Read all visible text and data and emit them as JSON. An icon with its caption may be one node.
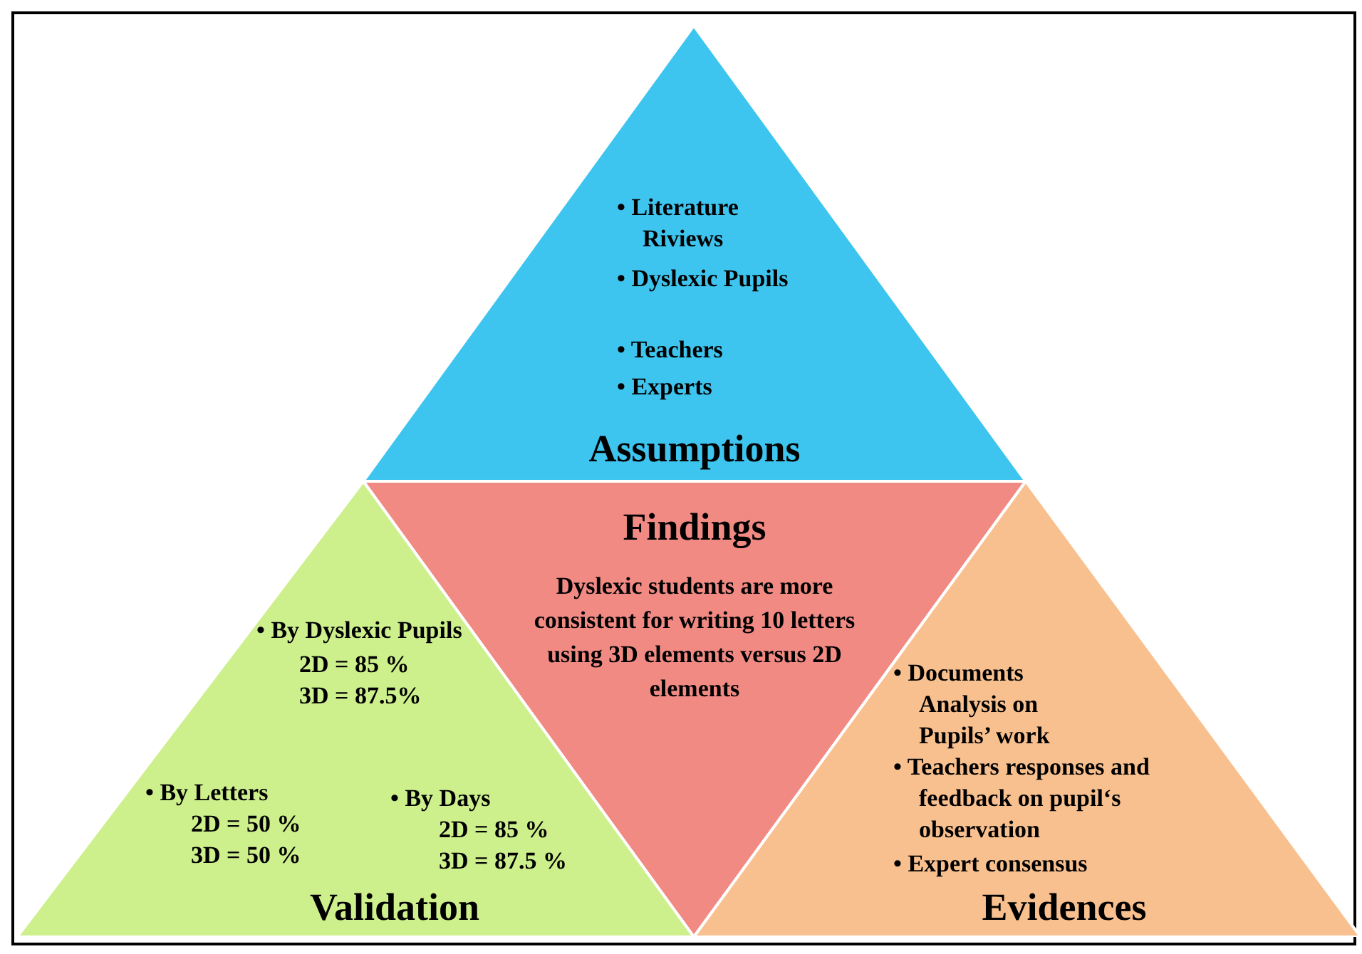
{
  "diagram": {
    "nodes": [
      {
        "text": [
          "• Literature Riviews",
          "• Dyslexic Pupils",
          "• Teachers",
          "• Experts",
          "Assumptions"
        ]
      },
      {
        "text": [
          "Findings",
          "Dyslexic students are more consistent for writing 10 letters using 3D elements versus 2D elements"
        ]
      },
      {
        "text": [
          "• By Dyslexic Pupils",
          "2D = 85 %",
          "3D = 87.5%",
          "• By Letters",
          "2D = 50 %",
          "3D = 50 %",
          "• By Days",
          "2D = 85 %",
          "3D = 87.5 %",
          "Validation"
        ]
      },
      {
        "text": [
          "• Documents Analysis on Pupils’ work",
          "• Teachers responses and feedback on pupil‘s observation",
          "• Expert consensus",
          "Evidences"
        ]
      }
    ],
    "edges": []
  }
}
